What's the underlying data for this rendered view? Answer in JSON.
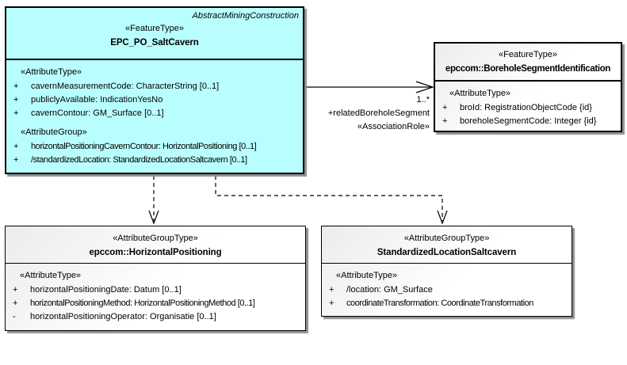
{
  "colors": {
    "class_fill_cyan": "#B9FEFE",
    "class_fill_white": "#FFFFFF",
    "border_color": "#000000",
    "shadow_color": "#8E8E8E"
  },
  "classes": {
    "salt_cavern": {
      "parent_label": "AbstractMiningConstruction",
      "stereotype": "«FeatureType»",
      "name": "EPC_PO_SaltCavern",
      "sections": [
        {
          "label": "«AttributeType»",
          "rows": [
            {
              "vis": "+",
              "text": "cavernMeasurementCode: CharacterString [0..1]"
            },
            {
              "vis": "+",
              "text": "publiclyAvailable: IndicationYesNo"
            },
            {
              "vis": "+",
              "text": "cavernContour: GM_Surface [0..1]"
            }
          ]
        },
        {
          "label": "«AttributeGroup»",
          "rows": [
            {
              "vis": "+",
              "text": "horizontalPositioningCavernContour: HorizontalPositioning [0..1]"
            },
            {
              "vis": "+",
              "text": "/standardizedLocation: StandardizedLocationSaltcavern [0..1]"
            }
          ]
        }
      ]
    },
    "borehole_segment_identification": {
      "stereotype": "«FeatureType»",
      "name": "epccom::BoreholeSegmentIdentification",
      "sections": [
        {
          "label": "«AttributeType»",
          "rows": [
            {
              "vis": "+",
              "text": "broId: RegistrationObjectCode {id}"
            },
            {
              "vis": "+",
              "text": "boreholeSegmentCode: Integer {id}"
            }
          ]
        }
      ]
    },
    "horizontal_positioning": {
      "stereotype": "«AttributeGroupType»",
      "name": "epccom::HorizontalPositioning",
      "sections": [
        {
          "label": "«AttributeType»",
          "rows": [
            {
              "vis": "+",
              "text": "horizontalPositioningDate: Datum [0..1]"
            },
            {
              "vis": "+",
              "text": "horizontalPositioningMethod: HorizontalPositioningMethod [0..1]"
            },
            {
              "vis": "-",
              "text": "horizontalPositioningOperator: Organisatie [0..1]"
            }
          ]
        }
      ]
    },
    "standardized_location_saltcavern": {
      "stereotype": "«AttributeGroupType»",
      "name": "StandardizedLocationSaltcavern",
      "sections": [
        {
          "label": "«AttributeType»",
          "rows": [
            {
              "vis": "+",
              "text": "/location: GM_Surface"
            },
            {
              "vis": "+",
              "text": "coordinateTransformation: CoordinateTransformation"
            }
          ]
        }
      ]
    }
  },
  "connectors": {
    "association": {
      "multiplicity": "1..*",
      "role": "+relatedBoreholeSegment",
      "stereotype": "«AssociationRole»"
    }
  }
}
